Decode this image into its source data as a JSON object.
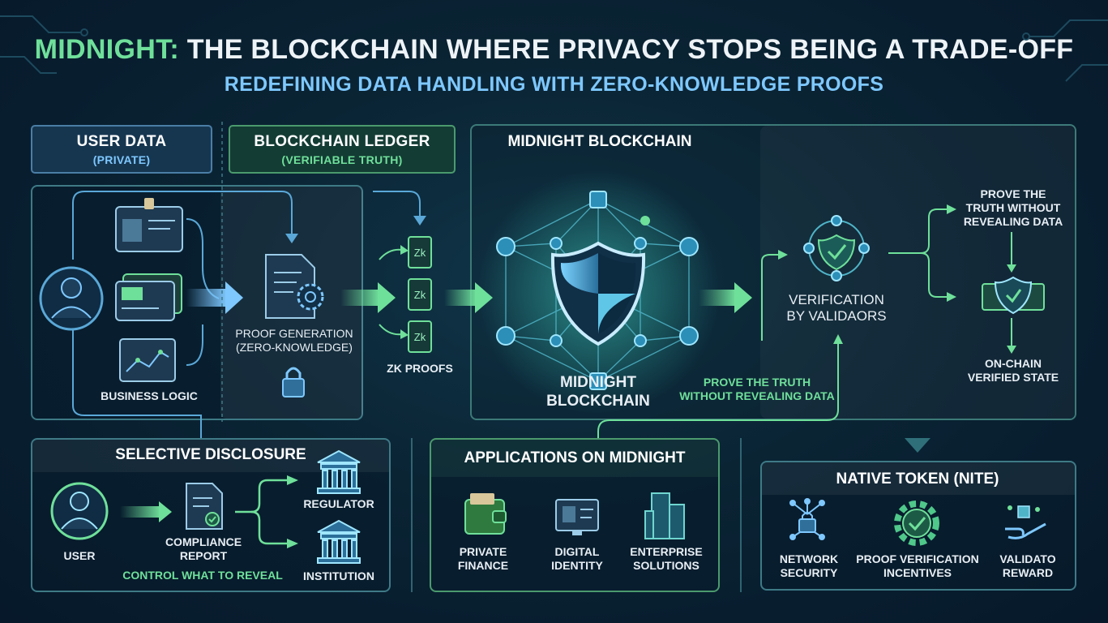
{
  "title": {
    "accent": "MIDNIGHT:",
    "rest": "THE BLOCKCHAIN WHERE PRIVACY STOPS BEING A TRADE-OFF"
  },
  "subtitle": "REDEFINING DATA HANDLING WITH ZERO-KNOWLEDGE PROOFS",
  "user_data": {
    "title": "USER DATA",
    "subtitle": "(PRIVATE)"
  },
  "ledger": {
    "title": "BLOCKCHAIN LEDGER",
    "subtitle": "(VERIFIABLE TRUTH)"
  },
  "midnight_header": "MIDNIGHT BLOCKCHAIN",
  "flow": {
    "business_logic": "BUSINESS LOGIC",
    "proof_generation": [
      "PROOF GENERATION",
      "(ZERO-KNOWLEDGE)"
    ],
    "zk_proofs": "Zk PROOFS",
    "zk_label": "Zk",
    "midnight_center": [
      "MIDNIGHT",
      "BLOCKCHAIN"
    ],
    "prove_truth_green": [
      "PROVE THE TRUTH",
      "WITHOUT REVEALING DATA"
    ],
    "verification": [
      "VERIFICATION",
      "BY VALIDAORS"
    ],
    "prove_truth_white": [
      "PROVE THE",
      "TRUTH WITHOUT",
      "REVEALING DATA"
    ],
    "onchain": [
      "ON-CHAIN",
      "VERIFIED STATE"
    ]
  },
  "selective": {
    "title": "SELECTIVE DISCLOSURE",
    "user": "USER",
    "report": [
      "COMPLIANCE",
      "REPORT"
    ],
    "regulator": "REGULATOR",
    "institution": "INSTITUTION",
    "control": "CONTROL WHAT TO REVEAL"
  },
  "apps": {
    "title": "APPLICATIONS ON MIDNIGHT",
    "items": [
      {
        "label": [
          "PRIVATE",
          "FINANCE"
        ],
        "icon": "wallet-icon"
      },
      {
        "label": [
          "DIGITAL",
          "IDENTITY"
        ],
        "icon": "id-monitor-icon"
      },
      {
        "label": [
          "ENTERPRISE",
          "SOLUTIONS"
        ],
        "icon": "buildings-icon"
      }
    ]
  },
  "token": {
    "title": "NATIVE TOKEN (NITE)",
    "items": [
      {
        "label": [
          "NETWORK",
          "SECURITY"
        ],
        "icon": "lock-network-icon"
      },
      {
        "label": [
          "PROOF VERIFICATION",
          "INCENTIVES"
        ],
        "icon": "gear-check-icon"
      },
      {
        "label": [
          "VALIDATO",
          "REWARD"
        ],
        "icon": "hand-reward-icon"
      }
    ]
  },
  "colors": {
    "accent_green": "#6fe09a",
    "accent_blue": "#7ec8ff",
    "panel_border": "#3e7a86",
    "background": "#0a2434"
  }
}
